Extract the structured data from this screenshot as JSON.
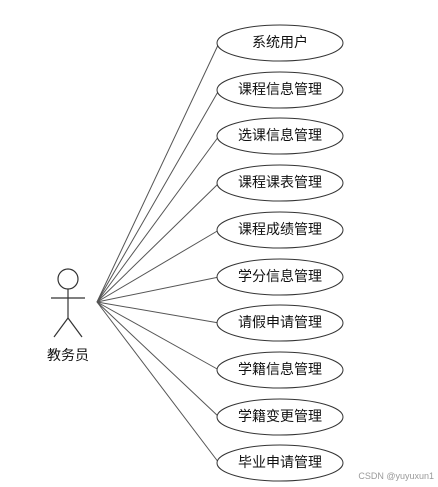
{
  "actor": {
    "label": "教务员"
  },
  "use_cases": [
    {
      "label": "系统用户"
    },
    {
      "label": "课程信息管理"
    },
    {
      "label": "选课信息管理"
    },
    {
      "label": "课程课表管理"
    },
    {
      "label": "课程成绩管理"
    },
    {
      "label": "学分信息管理"
    },
    {
      "label": "请假申请管理"
    },
    {
      "label": "学籍信息管理"
    },
    {
      "label": "学籍变更管理"
    },
    {
      "label": "毕业申请管理"
    }
  ],
  "watermark": "CSDN @yuyuxun1"
}
